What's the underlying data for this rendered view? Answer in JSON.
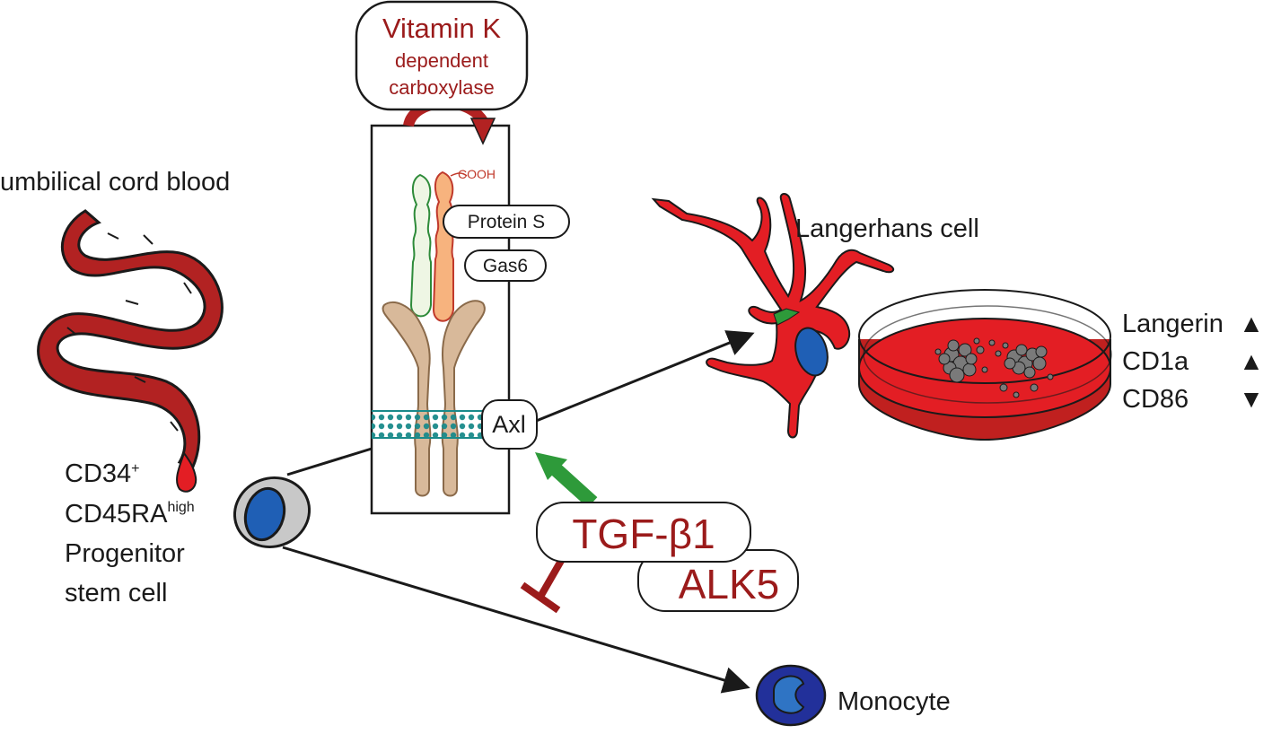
{
  "vitamin_k_box": {
    "line1": "Vitamin K",
    "line2": "dependent",
    "line3": "carboxylase"
  },
  "umbilical_cord_label": "umbilical cord blood",
  "progenitor": {
    "line1_main": "CD34",
    "line1_sup": "+",
    "line2_main": "CD45RA",
    "line2_sup": "high",
    "line3": "Progenitor",
    "line4": "stem cell"
  },
  "receptor": {
    "cooh_label": "COOH",
    "protein_s_label": "Protein S",
    "gas6_label": "Gas6",
    "axl_label": "Axl"
  },
  "tgf_label": "TGF-β1",
  "alk5_label": "ALK5",
  "langerhans_label": "Langerhans cell",
  "markers": [
    {
      "name": "Langerin",
      "arrow": "▲"
    },
    {
      "name": "CD1a",
      "arrow": "▲"
    },
    {
      "name": "CD86",
      "arrow": "▼"
    }
  ],
  "monocyte_label": "Monocyte",
  "colors": {
    "dark_red": "#9b1b1b",
    "cord_red": "#b22222",
    "bright_red": "#e31e24",
    "nucleus_blue": "#1f5fb5",
    "membrane_teal": "#1a8a8a",
    "green_arrow": "#2e9a3a",
    "tan": "#d8b99a"
  }
}
